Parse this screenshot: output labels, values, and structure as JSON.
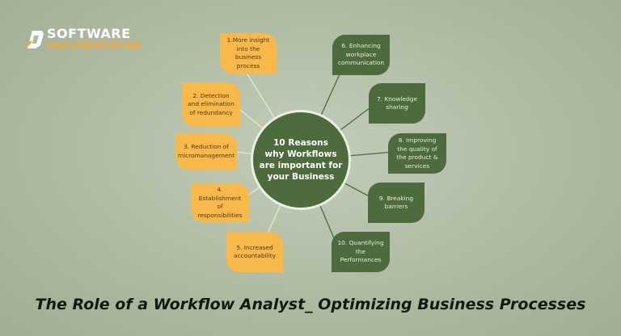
{
  "logo": {
    "line1": "SOFTWARE",
    "line2": "DOCUMENTATION"
  },
  "diagram": {
    "center": "10 Reasons\nwhy Workflows\nare important for\nyour Business",
    "left_items": [
      {
        "text": "1.More insight into the business process"
      },
      {
        "text": "2. Detection and elimination of redundancy"
      },
      {
        "text": "3. Reduction of micromanagement"
      },
      {
        "text": "4. Establishment of responsibilities"
      },
      {
        "text": "5. Increased accountability"
      }
    ],
    "right_items": [
      {
        "text": "6. Enhancing workplace communication"
      },
      {
        "text": "7. Knowledge sharing"
      },
      {
        "text": "8. Improving the quality of the product & services"
      },
      {
        "text": "9. Breaking barriers"
      },
      {
        "text": "10. Quantifying the Performances"
      }
    ]
  },
  "page_title": "The Role of a Workflow Analyst_ Optimizing Business Processes",
  "colors": {
    "accent_orange": "#f8b84a",
    "accent_green": "#4d6b3c",
    "background": "#aebba2"
  }
}
